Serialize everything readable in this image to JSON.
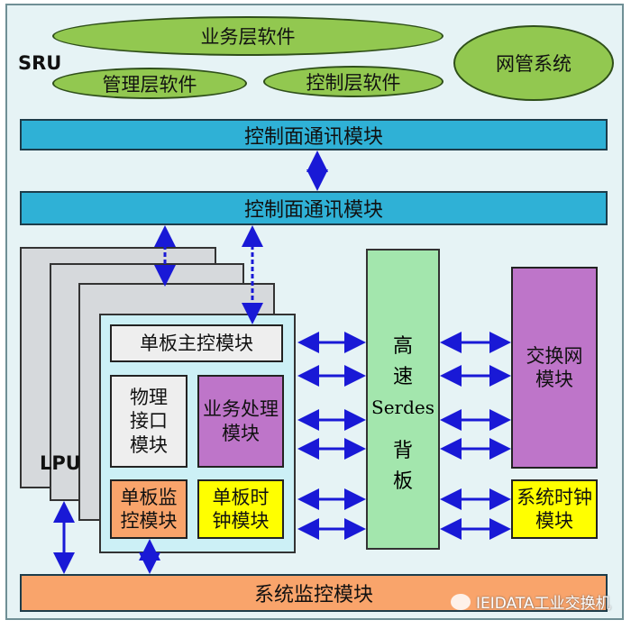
{
  "sru": {
    "label": "SRU",
    "business_software": "业务层软件",
    "management_software": "管理层软件",
    "control_software": "控制层软件",
    "nms": "网管系统",
    "comm_module_top": "控制面通讯模块"
  },
  "comm_module_mid": "控制面通讯模块",
  "lpu": {
    "label": "LPU",
    "main_control": "单板主控模块",
    "phy_interface": "物理接口模块",
    "business_processing": "业务处理模块",
    "board_monitor": "单板监控模块",
    "board_clock": "单板时钟模块"
  },
  "backplane": {
    "line1": "高",
    "line2": "速",
    "line3": "Serdes",
    "line4": "背",
    "line5": "板"
  },
  "switch_module": "交换网模块",
  "system_clock": "系统时钟模块",
  "system_monitor": "系统监控模块",
  "watermark": "IEIDATA工业交换机",
  "colors": {
    "ellipse_green": "#92c850",
    "comm_cyan": "#2fb1d6",
    "backplane_green": "#a3e6ad",
    "switch_purple": "#be75c9",
    "yellow": "#ffff00",
    "orange": "#f9a46b",
    "arrow_blue": "#1919d6"
  }
}
